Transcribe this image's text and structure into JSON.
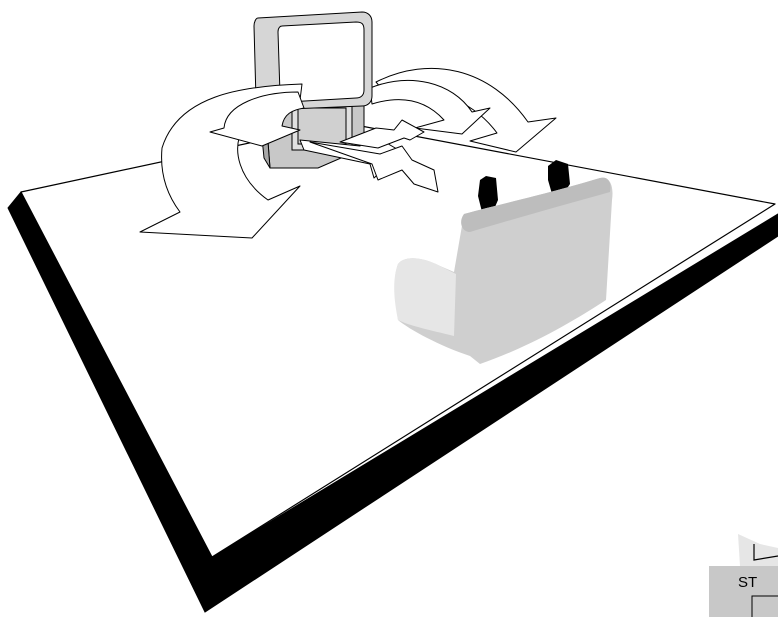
{
  "illustration": {
    "objects": [
      "room-floor",
      "television",
      "sound-wave-arrows",
      "sofa",
      "listener-heads",
      "corner-stand-unit"
    ],
    "colors": {
      "background": "#ffffff",
      "outline": "#000000",
      "floor_shadow": "#000000",
      "tv_body": "#d9d9d9",
      "sofa": "#cccccc",
      "unit_gray": "#c8c8c8"
    }
  },
  "corner_unit": {
    "label": "ST"
  }
}
